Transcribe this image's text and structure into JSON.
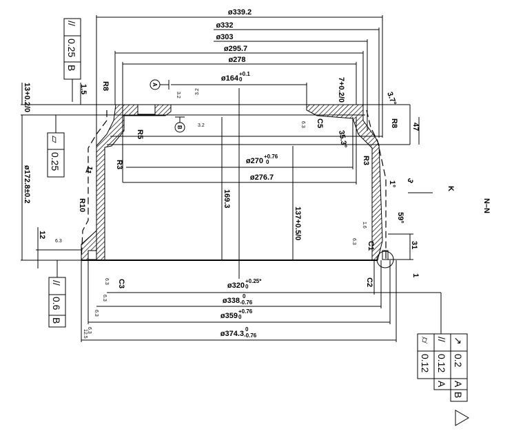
{
  "view_label": "N–N",
  "view_arrow_label": "K",
  "dimensions_top": {
    "d339": "ø339.2",
    "d332": "ø332",
    "d303": "ø303",
    "d295": "ø295.7",
    "d278": "ø278",
    "d164": "ø164",
    "d164_tol_up": "+0.1",
    "d164_tol_lo": "0",
    "d270": "ø270",
    "d270_tol_up": "+0.76",
    "d270_tol_lo": "0",
    "d276": "ø276.7"
  },
  "dimensions_bottom": {
    "d320": "ø320",
    "d320_tol_up": "+0.25*",
    "d320_tol_lo": "0",
    "d338": "ø338",
    "d338_tol_up": "0",
    "d338_tol_lo": "-0.76",
    "d359": "ø359",
    "d359_tol_up": "+0.76",
    "d359_tol_lo": "0",
    "d374": "ø374.3",
    "d374_tol_up": "0",
    "d374_tol_lo": "-0.76"
  },
  "vertical_dims": {
    "h13": "13+0.2/0",
    "h1_5": "1.5",
    "h172": "ø172.8±0.2",
    "h12": "12",
    "h169": "169.3",
    "h137": "137+0.5/0",
    "h7": "7+0.2/0",
    "h47": "47",
    "h31": "31",
    "a3_7": "3.7°",
    "a35": "35.3°",
    "a1": "1°",
    "a59": "59°",
    "l11": "11",
    "l3": "3"
  },
  "radii": {
    "r8_left": "R8",
    "r5": "R5",
    "r3_left": "R3",
    "r10": "R10",
    "r8_right": "R8",
    "r3_right": "R3",
    "c5": "C5",
    "c1": "C1",
    "c2": "C2",
    "c3": "C3",
    "item1": "1"
  },
  "datums": {
    "a": "A",
    "b": "B"
  },
  "roughness": [
    "3.2",
    "3.2",
    "3.2",
    "6.3",
    "6.3",
    "1.6",
    "6.3",
    "6.3",
    "6.3",
    "6.3",
    "6.3",
    "12.5"
  ],
  "frames": {
    "parallel_top": {
      "symbol": "//",
      "value": "0.25",
      "datum": "B"
    },
    "flatness": {
      "symbol": "▱",
      "value": "0.25"
    },
    "parallel_bottom": {
      "symbol": "//",
      "value": "0.6",
      "datum": "B"
    },
    "combined": {
      "runout": {
        "symbol": "↗",
        "value": "0.2",
        "datum1": "A",
        "datum2": "B"
      },
      "parallel": {
        "symbol": "//",
        "value": "0.12",
        "datum1": "A"
      },
      "cylindricity": {
        "symbol": "⌭",
        "value": "0.12"
      }
    }
  }
}
